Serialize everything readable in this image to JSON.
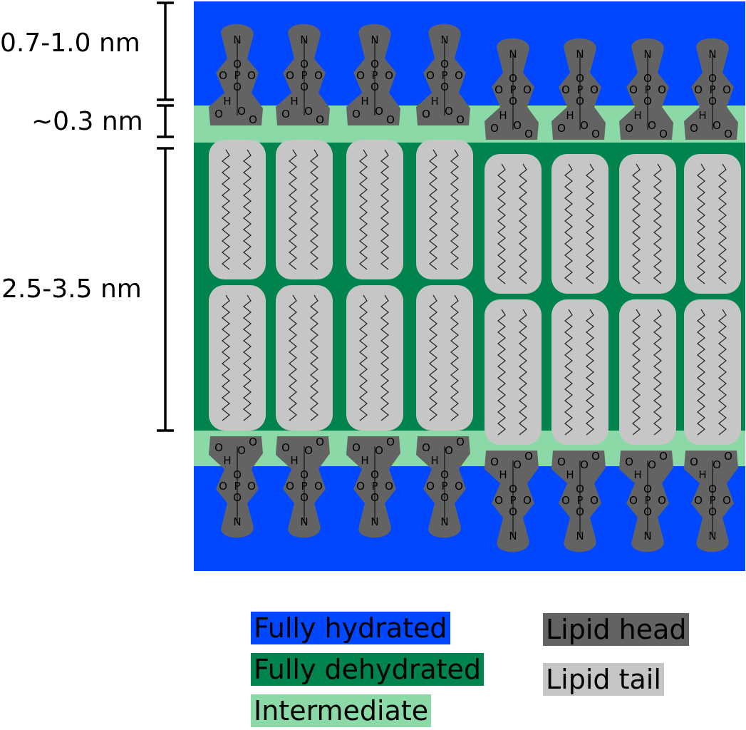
{
  "colors": {
    "fully_hydrated": "#0047ff",
    "fully_dehydrated": "#00834c",
    "intermediate": "#8ad9a6",
    "lipid_head": "#636363",
    "lipid_tail": "#c6c6c6"
  },
  "dimensions": {
    "head_region": "0.7-1.0 nm",
    "intermediate_region": "~0.3 nm",
    "tail_region": "2.5-3.5 nm"
  },
  "legend": {
    "fully_hydrated": "Fully hydrated",
    "fully_dehydrated": "Fully dehydrated",
    "intermediate": "Intermediate",
    "lipid_head": "Lipid head",
    "lipid_tail": "Lipid tail"
  },
  "atoms": {
    "nitrogen": "N",
    "oxygen": "O",
    "phosphorus": "P",
    "hydrogen": "H"
  }
}
